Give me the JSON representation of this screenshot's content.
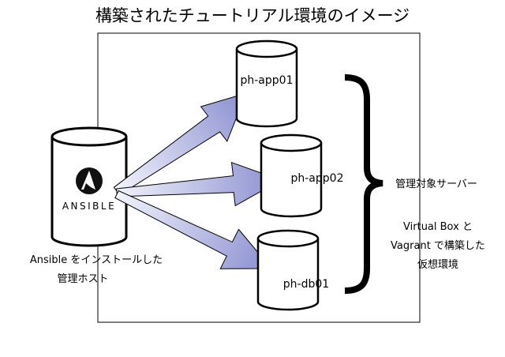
{
  "title": "構築されたチュートリアル環境のイメージ",
  "control_host": {
    "logo_text": "ANSIBLE",
    "caption_line1": "Ansible をインストールした",
    "caption_line2": "管理ホスト"
  },
  "targets": [
    {
      "label": "ph-app01"
    },
    {
      "label": "ph-app02"
    },
    {
      "label": "ph-db01"
    }
  ],
  "group_label": "管理対象サーバー",
  "group_note": {
    "line1": "Virtual Box と",
    "line2": "Vagrant で構築した",
    "line3": "仮想環境"
  },
  "colors": {
    "arrow_tip": "#8b8fd0",
    "arrow_tail": "#f2f3fb",
    "logo_circle": "#111111",
    "stroke": "#000000"
  }
}
